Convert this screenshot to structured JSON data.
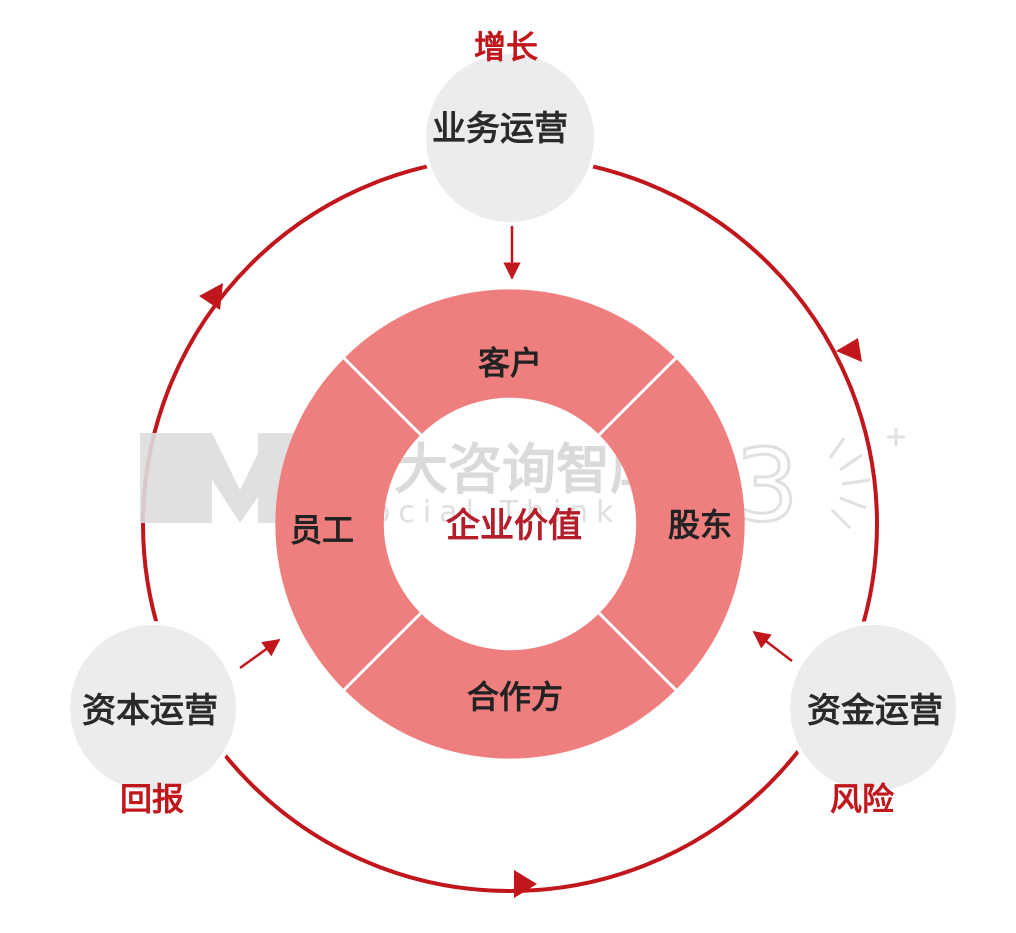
{
  "diagram": {
    "center_label": "企业价值",
    "ring_segments": {
      "top": "客户",
      "right": "股东",
      "bottom": "合作方",
      "left": "员工"
    },
    "operations": {
      "top": {
        "label": "业务运营",
        "driver": "增长"
      },
      "left": {
        "label": "资本运营",
        "driver": "回报"
      },
      "right": {
        "label": "资金运营",
        "driver": "风险"
      }
    },
    "watermark": {
      "org": "中大咨询智库",
      "tagline": "Social Think Tank"
    },
    "colors": {
      "ring_fill": "#ef7f7f",
      "cycle_line": "#c0161c",
      "op_circle": "#ececec",
      "center_text": "#b41e2a"
    }
  }
}
